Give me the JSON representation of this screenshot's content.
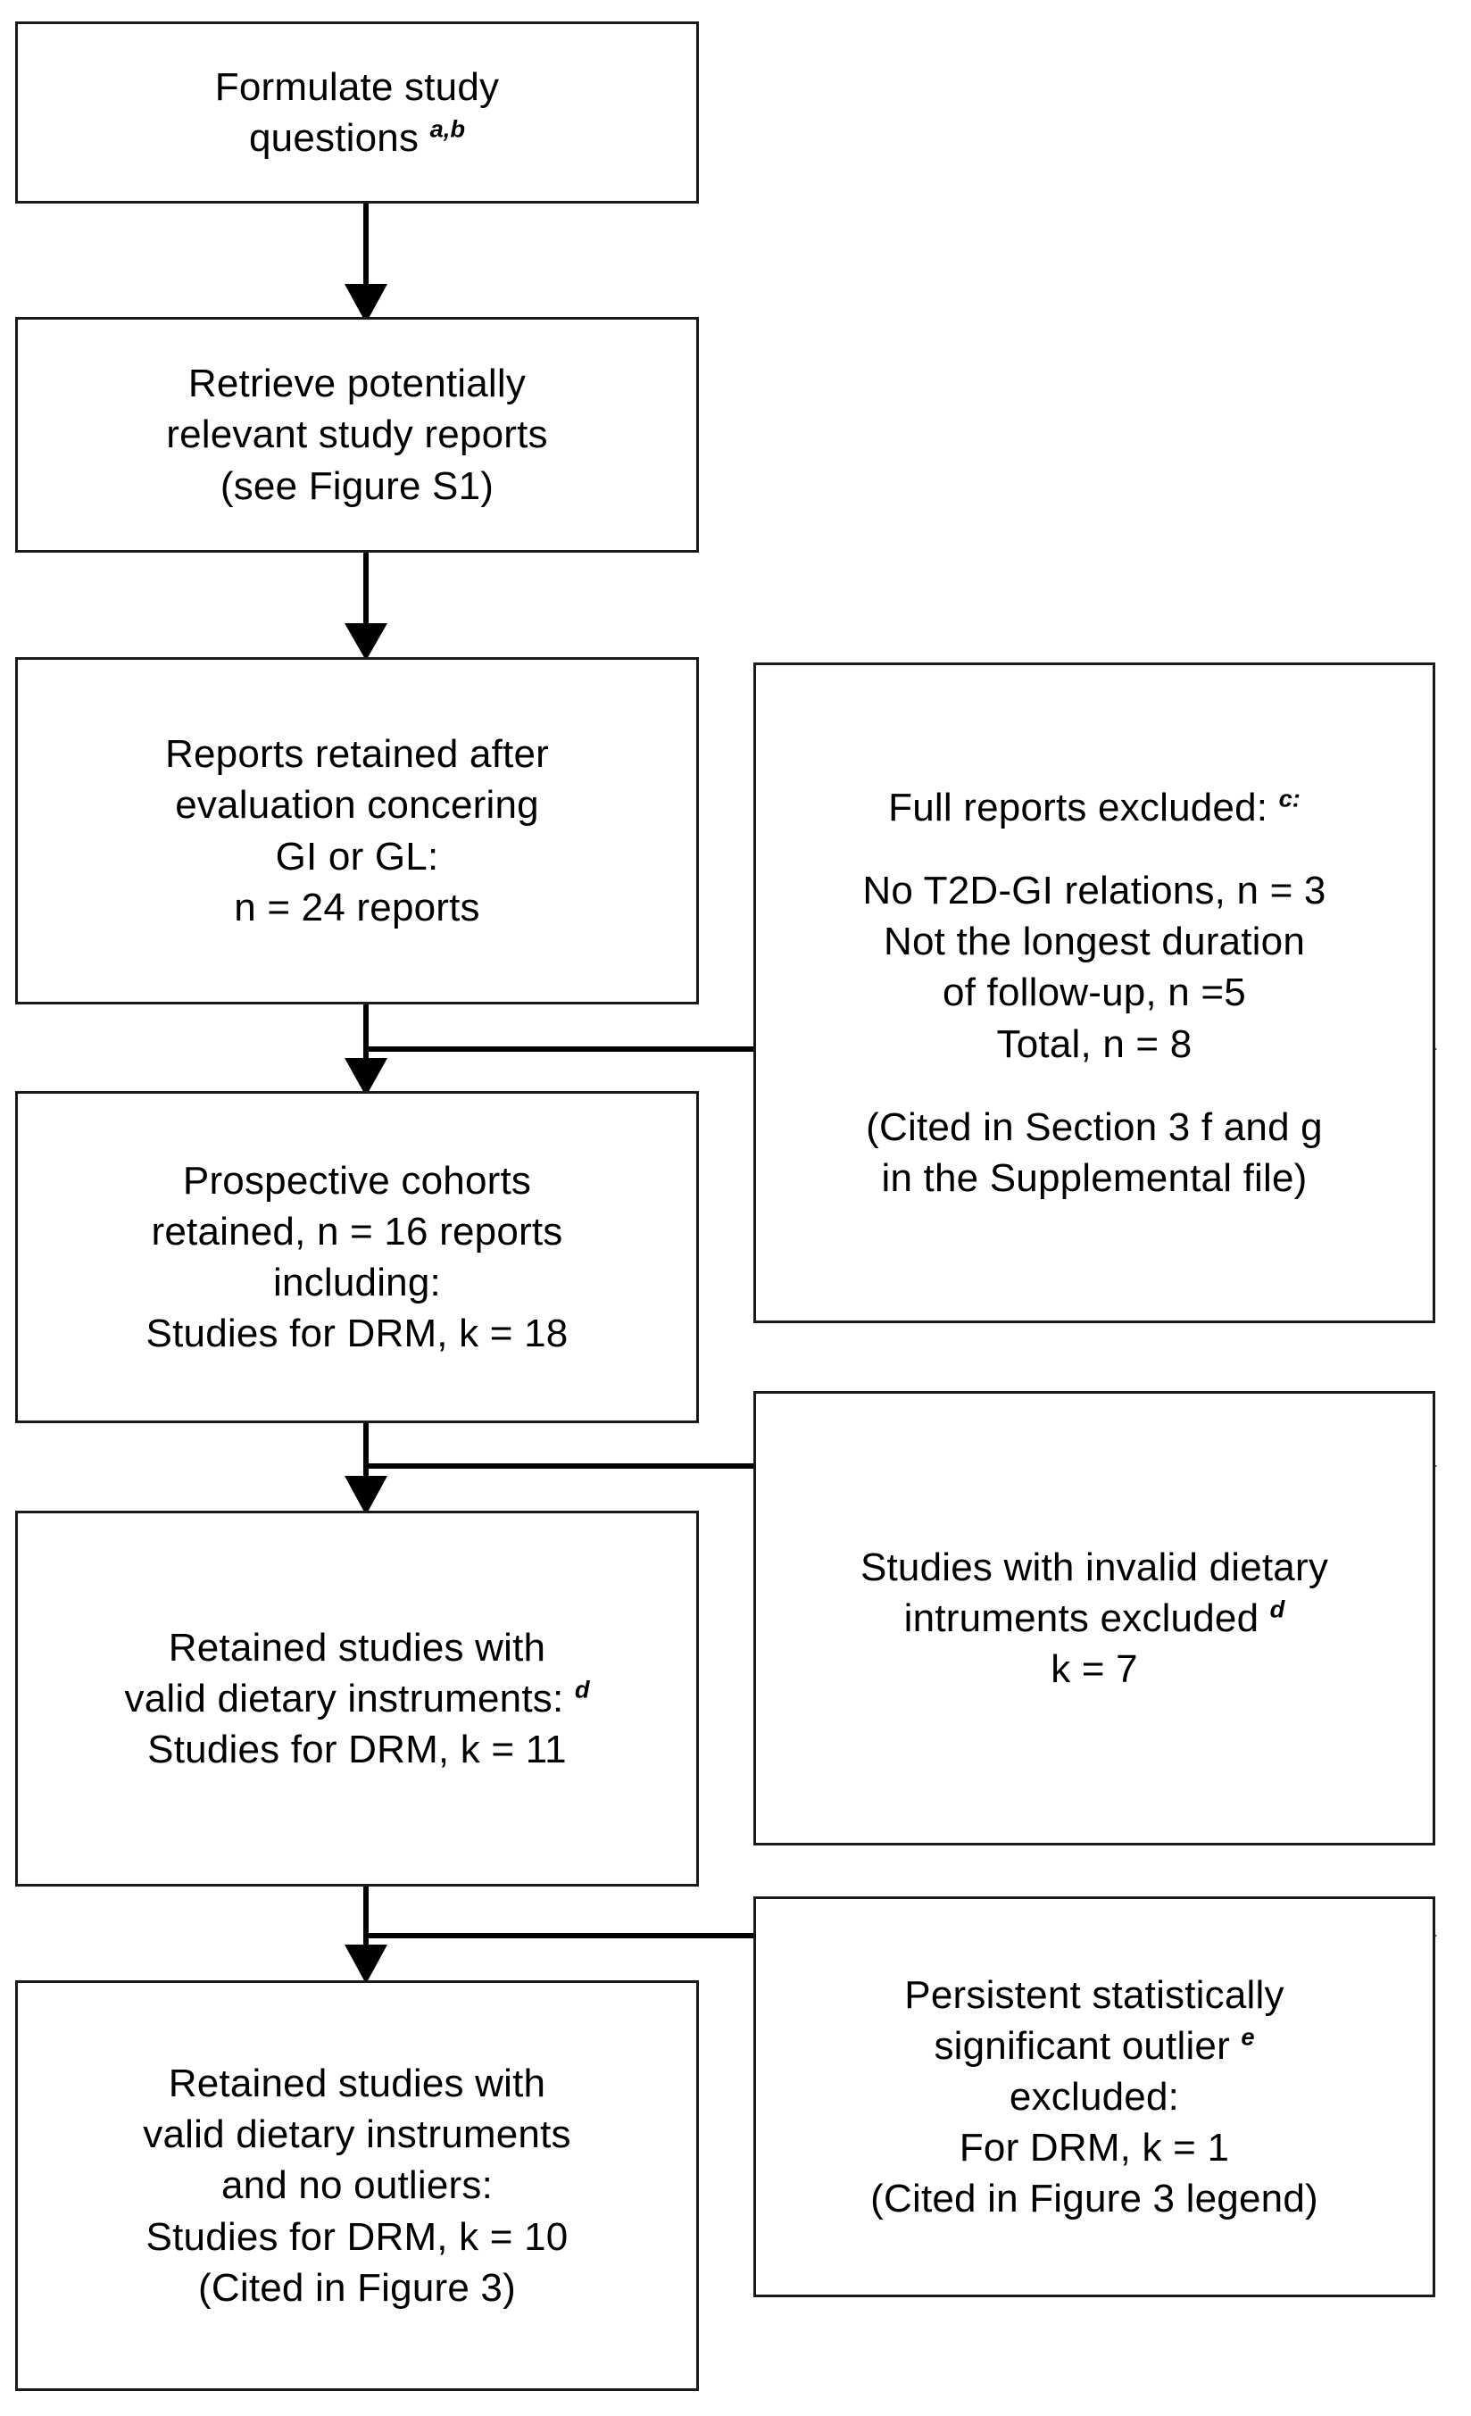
{
  "diagram": {
    "title": "Study selection flow diagram",
    "accent_color": "#000000",
    "box_border_color": "#1a1a1a",
    "background_color": "#ffffff"
  },
  "nodes": {
    "formulate": {
      "name": "Formulate study questions",
      "lines": [
        {
          "text": "Formulate study",
          "sup": ""
        },
        {
          "text": "questions ",
          "sup": "a,b"
        }
      ]
    },
    "retrieve": {
      "name": "Retrieve potentially relevant study reports",
      "lines": [
        {
          "text": "Retrieve potentially",
          "sup": ""
        },
        {
          "text": "relevant study reports",
          "sup": ""
        },
        {
          "text": "(see Figure S1)",
          "sup": ""
        }
      ]
    },
    "retained_reports": {
      "name": "Reports retained after evaluation",
      "lines": [
        {
          "text": "Reports retained after",
          "sup": ""
        },
        {
          "text": "evaluation concering",
          "sup": ""
        },
        {
          "text": "GI or GL:",
          "sup": ""
        },
        {
          "text": "n = 24 reports",
          "sup": ""
        }
      ]
    },
    "prospective_cohorts": {
      "name": "Prospective cohorts retained",
      "lines": [
        {
          "text": "Prospective cohorts",
          "sup": ""
        },
        {
          "text": "retained,   n = 16 reports",
          "sup": ""
        },
        {
          "text": "including:",
          "sup": ""
        },
        {
          "text": "Studies for DRM, k = 18",
          "sup": ""
        }
      ]
    },
    "valid_instruments": {
      "name": "Retained studies with valid dietary instruments",
      "lines": [
        {
          "text": "Retained  studies with",
          "sup": ""
        },
        {
          "text": "valid dietary instruments: ",
          "sup": "d"
        },
        {
          "text": "Studies for DRM, k = 11",
          "sup": ""
        }
      ]
    },
    "no_outliers": {
      "name": "Retained studies with valid instruments and no outliers",
      "lines": [
        {
          "text": "Retained  studies with",
          "sup": ""
        },
        {
          "text": "valid dietary instruments",
          "sup": ""
        },
        {
          "text": "and no outliers:",
          "sup": ""
        },
        {
          "text": "Studies for DRM, k = 10",
          "sup": ""
        },
        {
          "text": "(Cited in Figure  3)",
          "sup": ""
        }
      ]
    },
    "full_reports_excluded": {
      "name": "Full reports excluded",
      "lines": [
        {
          "text": "Full reports excluded: ",
          "sup": "c:"
        },
        {
          "text": "",
          "sup": "",
          "spacer": true
        },
        {
          "text": "No T2D-GI relations, n = 3",
          "sup": ""
        },
        {
          "text": "Not  the longest duration",
          "sup": ""
        },
        {
          "text": "of follow-up, n =5",
          "sup": ""
        },
        {
          "text": "Total,  n = 8",
          "sup": ""
        },
        {
          "text": "",
          "sup": "",
          "spacer": true
        },
        {
          "text": "(Cited in Section 3 f and g",
          "sup": ""
        },
        {
          "text": "in the Supplemental  file)",
          "sup": ""
        }
      ]
    },
    "invalid_instruments_excluded": {
      "name": "Studies with invalid dietary instruments excluded",
      "lines": [
        {
          "text": "Studies with invalid dietary",
          "sup": ""
        },
        {
          "text": "intruments  excluded ",
          "sup": "d"
        },
        {
          "text": "k = 7",
          "sup": ""
        }
      ]
    },
    "outlier_excluded": {
      "name": "Persistent statistically significant outlier excluded",
      "lines": [
        {
          "text": "Persistent statistically",
          "sup": ""
        },
        {
          "text": "significant outlier ",
          "sup": "e"
        },
        {
          "text": "excluded:",
          "sup": ""
        },
        {
          "text": "For DRM, k = 1",
          "sup": ""
        },
        {
          "text": "(Cited in Figure 3 legend)",
          "sup": ""
        }
      ]
    }
  },
  "connectors": [
    {
      "id": "formulate-to-retrieve",
      "label": "arrow down from Formulate study questions to Retrieve potentially relevant study reports"
    },
    {
      "id": "retrieve-to-retained-reports",
      "label": "arrow down from Retrieve potentially relevant study reports to Reports retained"
    },
    {
      "id": "retained-reports-to-prospective",
      "label": "arrow down from Reports retained to Prospective cohorts"
    },
    {
      "id": "retained-reports-to-full-excluded",
      "label": "arrow right to Full reports excluded"
    },
    {
      "id": "prospective-to-valid",
      "label": "arrow down from Prospective cohorts to Retained studies with valid dietary instruments"
    },
    {
      "id": "prospective-to-invalid-excluded",
      "label": "arrow right to Studies with invalid dietary instruments excluded"
    },
    {
      "id": "valid-to-no-outliers",
      "label": "arrow down from Retained studies with valid instruments to no outliers box"
    },
    {
      "id": "valid-to-outlier-excluded",
      "label": "arrow right to Persistent statistically significant outlier excluded"
    }
  ]
}
